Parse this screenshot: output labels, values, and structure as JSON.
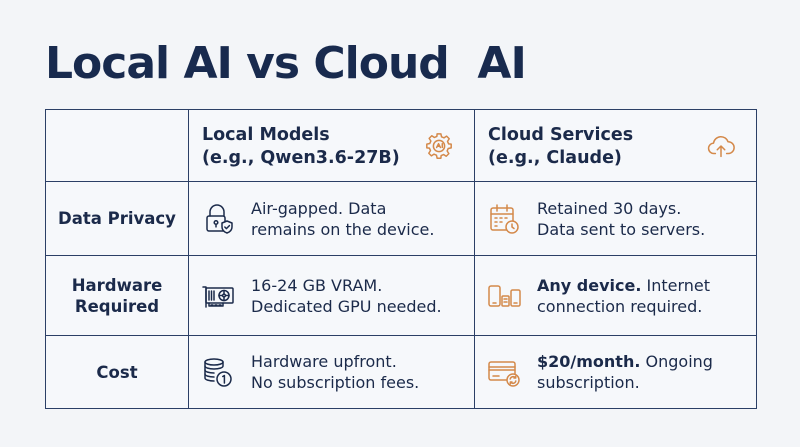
{
  "title": "Local AI vs Cloud  AI",
  "columns": {
    "local": {
      "line1": "Local Models",
      "line2": "(e.g., Qwen3.6-27B)",
      "icon": "gear-ai-icon"
    },
    "cloud": {
      "line1": "Cloud Services",
      "line2": "(e.g., Claude)",
      "icon": "cloud-upload-icon"
    }
  },
  "rows": [
    {
      "label": "Data Privacy",
      "local": {
        "icon": "lock-shield-icon",
        "line1": "Air-gapped. Data",
        "line2": "remains on the device."
      },
      "cloud": {
        "icon": "calendar-clock-icon",
        "line1": "Retained 30 days.",
        "line2": "Data sent to servers."
      }
    },
    {
      "label_line1": "Hardware",
      "label_line2": "Required",
      "local": {
        "icon": "gpu-card-icon",
        "line1": "16-24 GB VRAM.",
        "line2": "Dedicated GPU needed."
      },
      "cloud": {
        "icon": "devices-icon",
        "line1_bold": "Any device.",
        "line1_rest": " Internet",
        "line2": "connection required."
      }
    },
    {
      "label": "Cost",
      "local": {
        "icon": "coin-stack-icon",
        "line1": "Hardware upfront.",
        "line2": "No subscription fees."
      },
      "cloud": {
        "icon": "credit-card-sync-icon",
        "line1_bold": "$20/month.",
        "line1_rest": " Ongoing",
        "line2": "subscription."
      }
    }
  ],
  "colors": {
    "navy": "#1b2a4a",
    "local_icon": "#1b2a4a",
    "cloud_icon": "#d4894a",
    "border": "#2b3f66",
    "background": "#f3f5f8"
  }
}
